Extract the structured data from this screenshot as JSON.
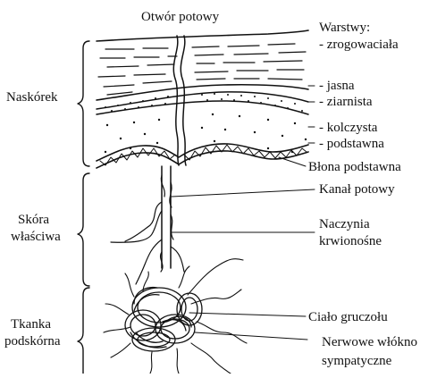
{
  "diagram": {
    "top_label": "Otwór potowy",
    "layers_heading": "Warstwy:",
    "layers": [
      "- zrogowaciała",
      "- jasna",
      "- ziarnista",
      "- kolczysta",
      "- podstawna"
    ],
    "membrane": "Błona podstawna",
    "duct": "Kanał potowy",
    "vessels": [
      "Naczynia",
      "krwionośne"
    ],
    "gland_body": "Ciało gruczołu",
    "nerve": [
      "Nerwowe włókno",
      "sympatyczne"
    ],
    "regions": {
      "epidermis": "Naskórek",
      "dermis": [
        "Skóra",
        "właściwa"
      ],
      "hypodermis": [
        "Tkanka",
        "podskórna"
      ]
    },
    "colors": {
      "ink": "#111111",
      "background": "#ffffff"
    }
  }
}
